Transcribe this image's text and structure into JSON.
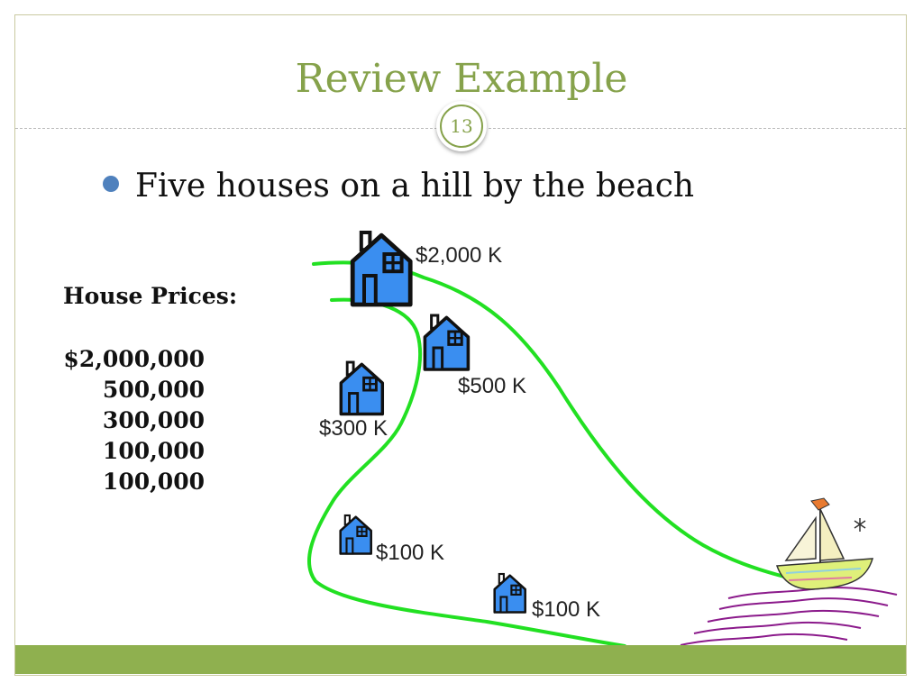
{
  "slide": {
    "title": "Review Example",
    "number": "13"
  },
  "bullet": {
    "text": "Five houses on a hill by the beach"
  },
  "prices": {
    "heading": "House Prices:",
    "values": [
      "$2,000,000",
      "500,000",
      "300,000",
      "100,000",
      "100,000"
    ]
  },
  "houses": [
    {
      "label": "$2,000 K"
    },
    {
      "label": "$500 K"
    },
    {
      "label": "$300 K"
    },
    {
      "label": "$100 K"
    },
    {
      "label": "$100 K"
    }
  ],
  "colors": {
    "accent": "#86a24b",
    "bar": "#8fb04f",
    "bullet": "#4f81bd",
    "house": "#3a8ef0",
    "hill": "#22e022",
    "waves": "#8b1a8b"
  },
  "icons": [
    "house-icon",
    "sailboat-icon",
    "wave-lines"
  ]
}
